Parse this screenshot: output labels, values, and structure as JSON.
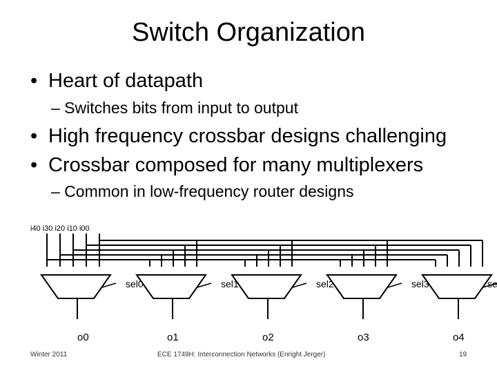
{
  "slide": {
    "title": "Switch Organization",
    "bullets": [
      {
        "level": 1,
        "text": "Heart of datapath"
      },
      {
        "level": 2,
        "text": "– Switches bits from input to output"
      },
      {
        "level": 1,
        "text": "High frequency crossbar designs challenging"
      },
      {
        "level": 1,
        "text": "Crossbar composed for many multiplexers"
      },
      {
        "level": 2,
        "text": "– Common in low-frequency router designs"
      }
    ],
    "bullet_glyph": "•"
  },
  "diagram": {
    "inputs_label": "i40 i30 i20 i10 i00",
    "muxes": [
      {
        "sel": "sel0",
        "out": "o0"
      },
      {
        "sel": "sel1",
        "out": "o1"
      },
      {
        "sel": "sel2",
        "out": "o2"
      },
      {
        "sel": "sel3",
        "out": "o3"
      },
      {
        "sel": "se",
        "out": "o4"
      }
    ],
    "wire_color": "#000000"
  },
  "footer": {
    "left": "Winter 2011",
    "center": "ECE 1749H: Interconnection Networks (Enright Jerger)",
    "page": "19"
  }
}
